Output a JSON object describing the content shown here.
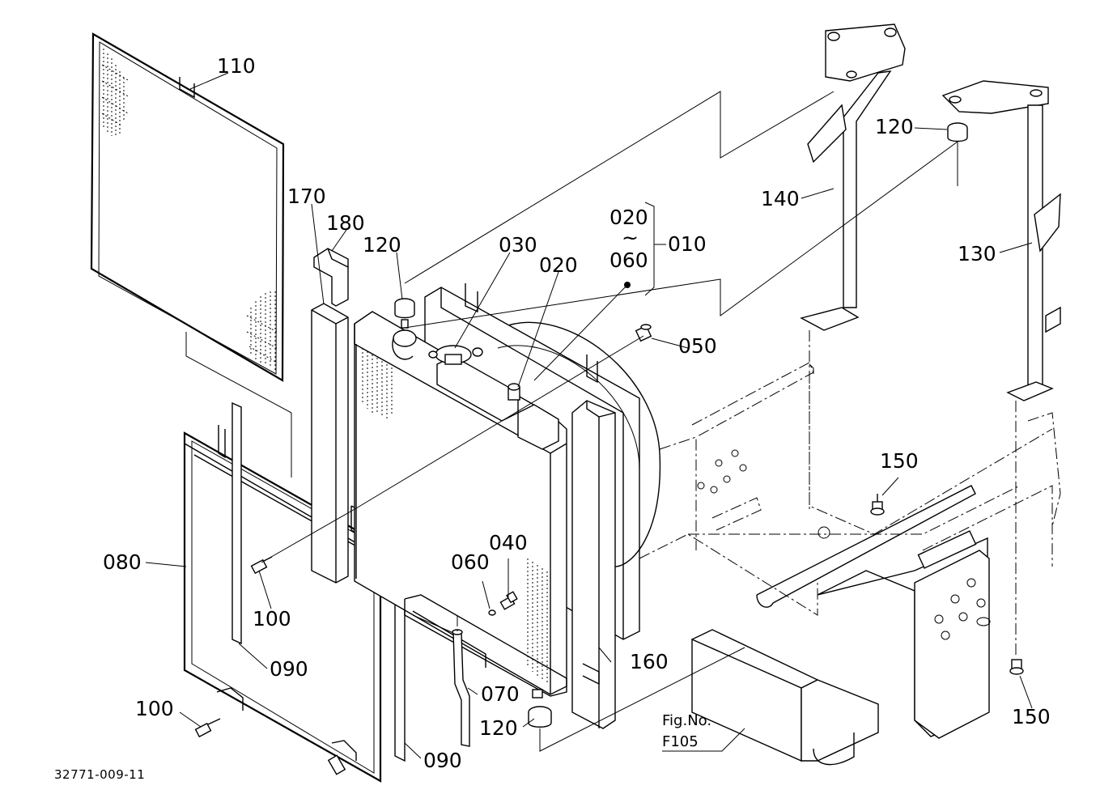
{
  "diagram_id": "32771-009-11",
  "figure_reference": {
    "line1": "Fig.No.",
    "line2": "F105"
  },
  "part_labels": {
    "p010": "010",
    "p020_a": "020",
    "tilde": "~",
    "p060_a": "060",
    "p020_b": "020",
    "p030": "030",
    "p040": "040",
    "p050": "050",
    "p060_b": "060",
    "p070": "070",
    "p080": "080",
    "p090_a": "090",
    "p090_b": "090",
    "p100_a": "100",
    "p100_b": "100",
    "p110": "110",
    "p120_a": "120",
    "p120_b": "120",
    "p120_c": "120",
    "p130": "130",
    "p140": "140",
    "p150_a": "150",
    "p150_b": "150",
    "p160": "160",
    "p170": "170",
    "p180": "180"
  }
}
